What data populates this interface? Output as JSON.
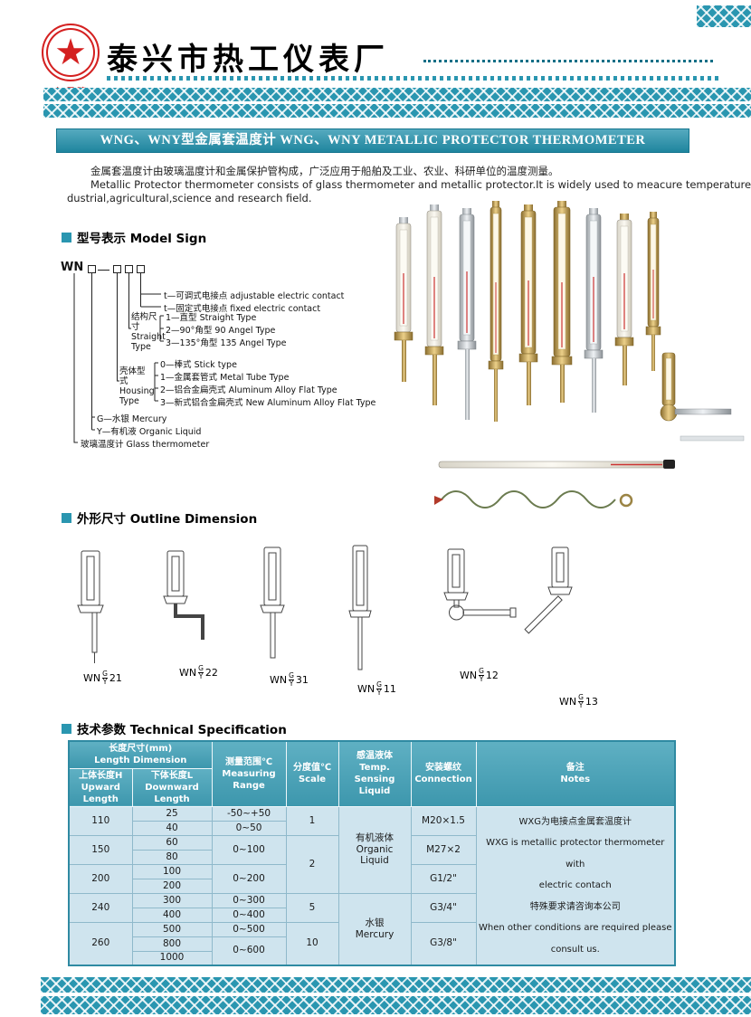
{
  "header": {
    "logo_brand": "红星牌",
    "company_name": "泰兴市热工仪表厂"
  },
  "title_bar": "WNG、WNY型金属套温度计 WNG、WNY METALLIC PROTECTOR THERMOMETER",
  "intro": {
    "zh": "金属套温度计由玻璃温度计和金属保护管构成，广泛应用于船舶及工业、农业、科研单位的温度测量。",
    "en1": "Metallic Protector thermometer consists of glass thermometer and metallic protector.It is widely used to meacure temperature in ship,in",
    "en2": "dustrial,agricultural,science and research field."
  },
  "sections": {
    "model_sign": "型号表示 Model Sign",
    "outline": "外形尺寸 Outline Dimension",
    "spec": "技术参数 Technical Specification"
  },
  "model_sign": {
    "prefix": "WN",
    "labels": [
      "t—可调式电接点 adjustable electric contact",
      "t—固定式电接点 fixed electric contact",
      "1—直型 Straight Type",
      "2—90°角型 90 Angel Type",
      "3—135°角型 135 Angel Type",
      "0—棒式 Stick type",
      "1—金属套管式 Metal Tube Type",
      "2—铝合金扁壳式 Aluminum Alloy Flat Type",
      "3—新式铝合金扁壳式 New Aluminum Alloy Flat Type",
      "G—水银 Mercury",
      "Y—有机液 Organic Liquid",
      "玻璃温度计 Glass thermometer"
    ],
    "groups": [
      "结构尺寸\nStraight Type",
      "壳体型式\nHousing Type"
    ]
  },
  "outline": {
    "prefix": "WN",
    "frac_top": "G",
    "frac_bottom": "Y",
    "items": [
      {
        "num": "21"
      },
      {
        "num": "22"
      },
      {
        "num": "31"
      },
      {
        "num": "11"
      },
      {
        "num": "12"
      },
      {
        "num": "13"
      }
    ]
  },
  "spec_table": {
    "header": {
      "length_dim": "长度尺寸(mm)\nLength Dimension",
      "upward": "上体长度H\nUpward Length",
      "downward": "下体长度L\nDownward Length",
      "range": "测量范围℃\nMeasuring\nRange",
      "scale": "分度值℃\nScale",
      "liquid": "感温液体\nTemp.\nSensing\nLiquid",
      "connection": "安装螺纹\nConnection",
      "notes": "备注\nNotes"
    },
    "upward": [
      {
        "v": "110",
        "span": 2
      },
      {
        "v": "150",
        "span": 2
      },
      {
        "v": "200",
        "span": 2
      },
      {
        "v": "240",
        "span": 2
      },
      {
        "v": "260",
        "span": 3
      }
    ],
    "downward": [
      "25",
      "40",
      "60",
      "80",
      "100",
      "200",
      "300",
      "400",
      "500",
      "800",
      "1000"
    ],
    "range": [
      {
        "v": "-50~+50",
        "span": 1
      },
      {
        "v": "0~50",
        "span": 1
      },
      {
        "v": "0~100",
        "span": 2
      },
      {
        "v": "0~200",
        "span": 2
      },
      {
        "v": "0~300",
        "span": 1
      },
      {
        "v": "0~400",
        "span": 1
      },
      {
        "v": "0~500",
        "span": 1
      },
      {
        "v": "0~600",
        "span": 2
      }
    ],
    "scale": [
      {
        "v": "1",
        "span": 2
      },
      {
        "v": "2",
        "span": 4
      },
      {
        "v": "5",
        "span": 2
      },
      {
        "v": "10",
        "span": 3
      }
    ],
    "liquid": [
      {
        "v": "有机液体\nOrganic Liquid",
        "span": 6
      },
      {
        "v": "水银\nMercury",
        "span": 5
      }
    ],
    "connection": [
      {
        "v": "M20×1.5",
        "span": 2
      },
      {
        "v": "M27×2",
        "span": 2
      },
      {
        "v": "G1/2\"",
        "span": 2
      },
      {
        "v": "G3/4\"",
        "span": 2
      },
      {
        "v": "G3/8\"",
        "span": 3
      }
    ],
    "notes": [
      "WXG为电接点金属套温度计",
      "WXG is metallic protector thermometer with",
      "electric contach",
      "特殊要求请咨询本公司",
      "When other conditions are required please",
      "consult us."
    ]
  }
}
